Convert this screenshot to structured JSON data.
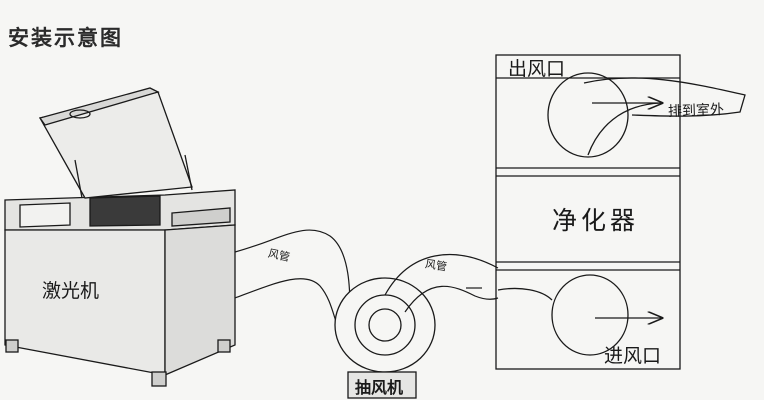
{
  "title": "安装示意图",
  "labels": {
    "laser_machine": "激光机",
    "duct_1": "风管",
    "duct_2": "风管",
    "outlet": "出风口",
    "purifier": "净化器",
    "inlet": "进风口",
    "exhaust_outside": "排到室外",
    "exhaust_fan": "抽风机"
  },
  "colors": {
    "line": "#1a1a1a",
    "machine_fill": "#e4e4e2",
    "background": "#f6f6f4"
  }
}
